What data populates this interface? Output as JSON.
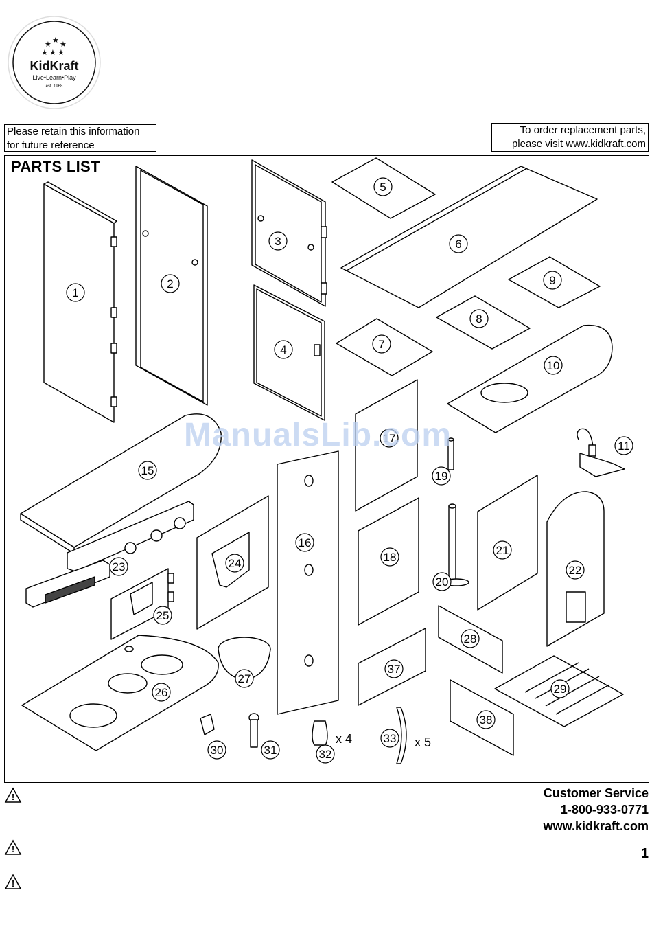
{
  "logo": {
    "brand": "KidKraft",
    "tagline": "Live•Learn•Play",
    "est": "est. 1968"
  },
  "notes": {
    "left_line1": "Please retain this information",
    "left_line2": "for future reference",
    "right_line1": "To order replacement parts,",
    "right_line2": "please visit www.kidkraft.com"
  },
  "parts_list": {
    "title": "PARTS LIST",
    "part_numbers": [
      "1",
      "2",
      "3",
      "4",
      "5",
      "6",
      "7",
      "8",
      "9",
      "10",
      "11",
      "15",
      "16",
      "17",
      "18",
      "19",
      "20",
      "21",
      "22",
      "23",
      "24",
      "25",
      "26",
      "27",
      "28",
      "29",
      "30",
      "31",
      "32",
      "33",
      "37",
      "38"
    ],
    "quantities": {
      "32": "x 4",
      "33": "x 5"
    }
  },
  "watermark": "ManualsLib.com",
  "footer": {
    "customer_service": "Customer Service",
    "phone": "1-800-933-0771",
    "website": "www.kidkraft.com",
    "page_number": "1",
    "warning_icons": [
      "warning-triangle-icon",
      "warning-triangle-icon",
      "warning-triangle-icon"
    ]
  }
}
